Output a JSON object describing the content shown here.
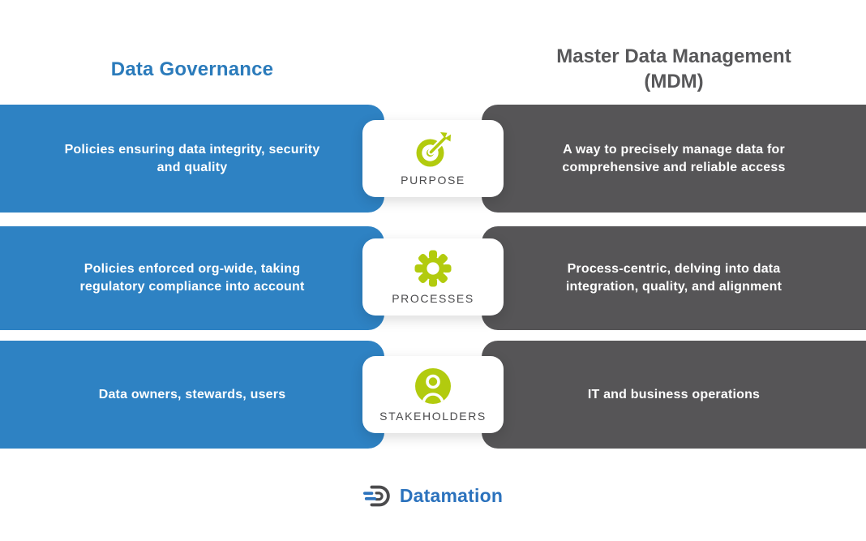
{
  "colors": {
    "governance_blue": "#2e82c3",
    "mdm_dark_gray": "#565557",
    "icon_green": "#b2cb0e",
    "heading_blue": "#2b7bbb",
    "heading_gray": "#58585a",
    "card_label_gray": "#4a4a4c",
    "logo_blue": "#2b72bd",
    "logo_gray": "#4b4b4d"
  },
  "headers": {
    "left": "Data Governance",
    "right_line1": "Master Data Management",
    "right_line2": "(MDM)"
  },
  "rows": [
    {
      "label": "PURPOSE",
      "icon": "target-icon",
      "left": "Policies ensuring data integrity, security and quality",
      "right": "A way to precisely manage data for comprehensive and reliable access"
    },
    {
      "label": "PROCESSES",
      "icon": "gear-icon",
      "left": "Policies enforced org-wide, taking regulatory compliance into account",
      "right": "Process-centric, delving into data integration, quality, and alignment"
    },
    {
      "label": "STAKEHOLDERS",
      "icon": "person-icon",
      "left": "Data owners, stewards, users",
      "right": "IT and business operations"
    }
  ],
  "footer": {
    "brand": "Datamation"
  }
}
